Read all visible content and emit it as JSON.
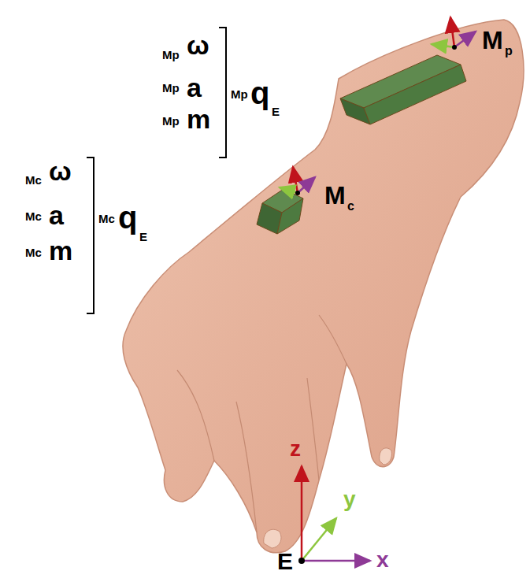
{
  "diagram": {
    "labels": [
      "Mp",
      "ω",
      "Mp",
      "a",
      "Mp",
      "m",
      "Mp",
      "q",
      "E",
      "M",
      "p",
      "Mc",
      "ω",
      "Mc",
      "a",
      "Mc",
      "m",
      "Mc",
      "q",
      "E",
      "M",
      "c",
      "z",
      "y",
      "x",
      "E"
    ]
  }
}
